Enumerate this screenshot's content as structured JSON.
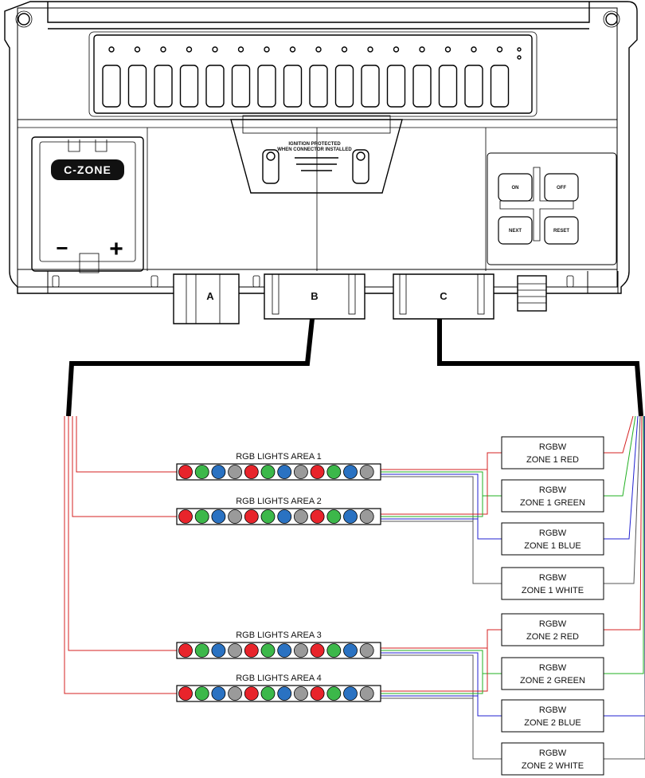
{
  "device": {
    "logo": "C-ZONE",
    "ignition_line1": "IGNITION PROTECTED",
    "ignition_line2": "WHEN CONNECTOR INSTALLED",
    "buttons": {
      "on": "ON",
      "off": "OFF",
      "next": "NEXT",
      "reset": "RESET"
    },
    "connectors": {
      "a": "A",
      "b": "B",
      "c": "C"
    },
    "minus": "−",
    "plus": "+"
  },
  "light_strips": [
    {
      "title": "RGB LIGHTS AREA 1"
    },
    {
      "title": "RGB LIGHTS AREA 2"
    },
    {
      "title": "RGB LIGHTS AREA 3"
    },
    {
      "title": "RGB LIGHTS AREA 4"
    }
  ],
  "zones": [
    {
      "line1": "RGBW",
      "line2": "ZONE 1 RED"
    },
    {
      "line1": "RGBW",
      "line2": "ZONE 1 GREEN"
    },
    {
      "line1": "RGBW",
      "line2": "ZONE 1 BLUE"
    },
    {
      "line1": "RGBW",
      "line2": "ZONE 1 WHITE"
    },
    {
      "line1": "RGBW",
      "line2": "ZONE 2 RED"
    },
    {
      "line1": "RGBW",
      "line2": "ZONE 2 GREEN"
    },
    {
      "line1": "RGBW",
      "line2": "ZONE 2 BLUE"
    },
    {
      "line1": "RGBW",
      "line2": "ZONE 2 WHITE"
    }
  ],
  "colors": {
    "red": "#e8242b",
    "green": "#3cb84a",
    "blue": "#2a72c2",
    "grey": "#9a9a9a",
    "wire_red": "#d42020",
    "wire_green": "#22b022",
    "wire_blue": "#2020d0",
    "wire_black": "#000000"
  },
  "led_pattern": [
    "red",
    "green",
    "blue",
    "grey",
    "red",
    "green",
    "blue",
    "grey",
    "red",
    "green",
    "blue",
    "grey"
  ]
}
